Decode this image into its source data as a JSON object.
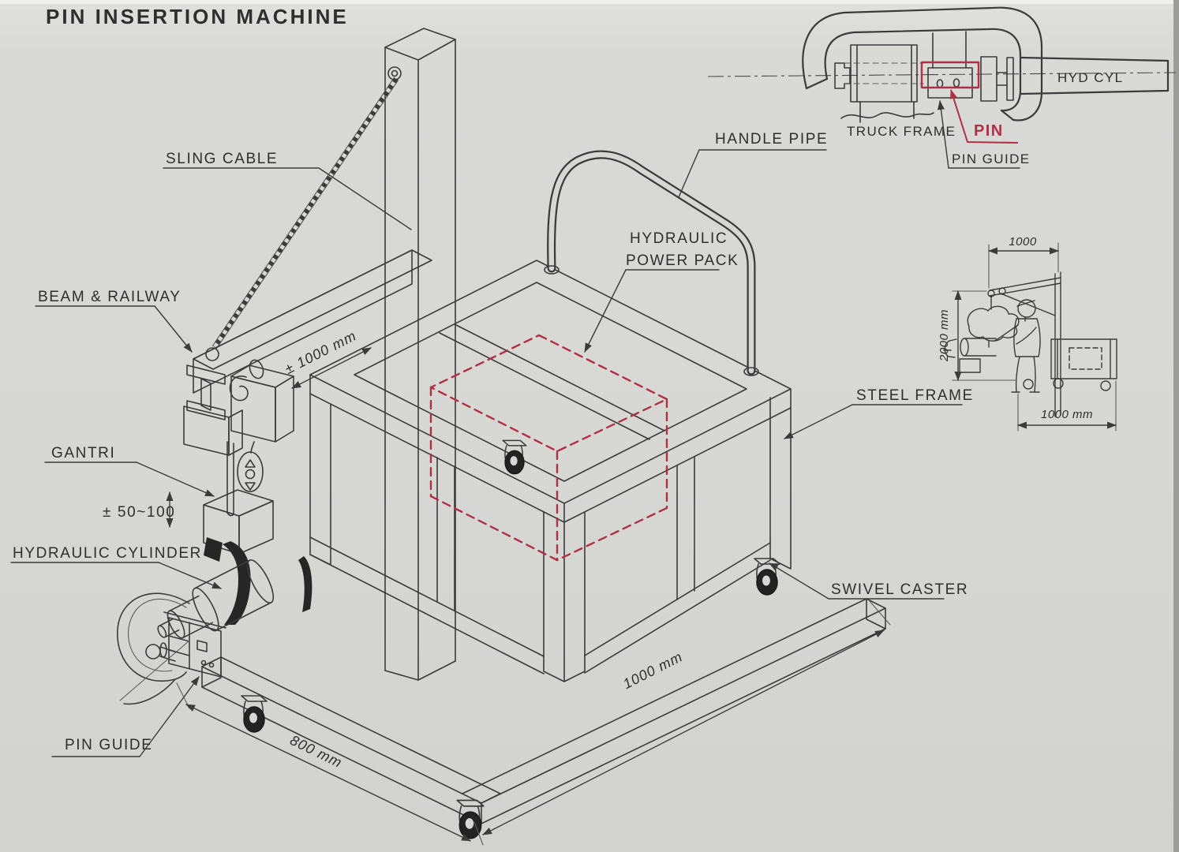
{
  "title": "PIN INSERTION MACHINE",
  "colors": {
    "paper": "#d7d7d4",
    "ink": "#3b3b3b",
    "accent_red": "#b13045"
  },
  "main_view": {
    "labels": {
      "sling_cable": "SLING CABLE",
      "beam_railway": "BEAM & RAILWAY",
      "gantri": "GANTRI",
      "gantry_stroke": "± 50~100",
      "hydraulic_cylinder": "HYDRAULIC CYLINDER",
      "pin_guide": "PIN GUIDE",
      "hydraulic_power_pack_1": "HYDRAULIC",
      "hydraulic_power_pack_2": "POWER PACK",
      "handle_pipe": "HANDLE PIPE",
      "steel_frame": "STEEL FRAME",
      "swivel_caster": "SWIVEL CASTER"
    },
    "dimensions": {
      "beam_travel": "± 1000 mm",
      "base_width": "800 mm",
      "base_length": "1000 mm"
    }
  },
  "pin_detail_view": {
    "labels": {
      "truck_frame": "TRUCK FRAME",
      "pin": "PIN",
      "pin_guide": "PIN GUIDE",
      "hyd_cyl": "HYD CYL"
    }
  },
  "side_view": {
    "dimensions": {
      "boom_reach": "1000",
      "overall_height": "2000 mm",
      "base_length": "1000 mm"
    }
  }
}
